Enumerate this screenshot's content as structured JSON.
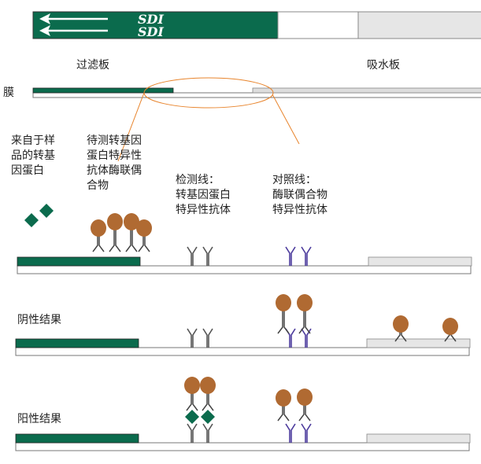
{
  "top_strip": {
    "sdi_1": "SDI",
    "sdi_2": "SDI"
  },
  "labels": {
    "filter_pad": "过滤板",
    "absorbent_pad": "吸水板",
    "membrane": "膜",
    "sample_protein": "来自于样\n品的转基\n因蛋白",
    "conjugate": "待测转基因\n蛋白特异性\n抗体酶联偶\n合物",
    "test_line": "检测线：\n转基因蛋白\n特异性抗体",
    "control_line": "对照线：\n酶联偶合物\n特异性抗体",
    "negative": "阴性结果",
    "positive": "阳性结果"
  },
  "colors": {
    "green": "#0b6b4d",
    "pad_gray": "#e6e6e6",
    "orange": "#e8842c",
    "antibody_gray": "#555555",
    "antibody_purple": "#4b3a9c",
    "bead": "#b06a32"
  }
}
